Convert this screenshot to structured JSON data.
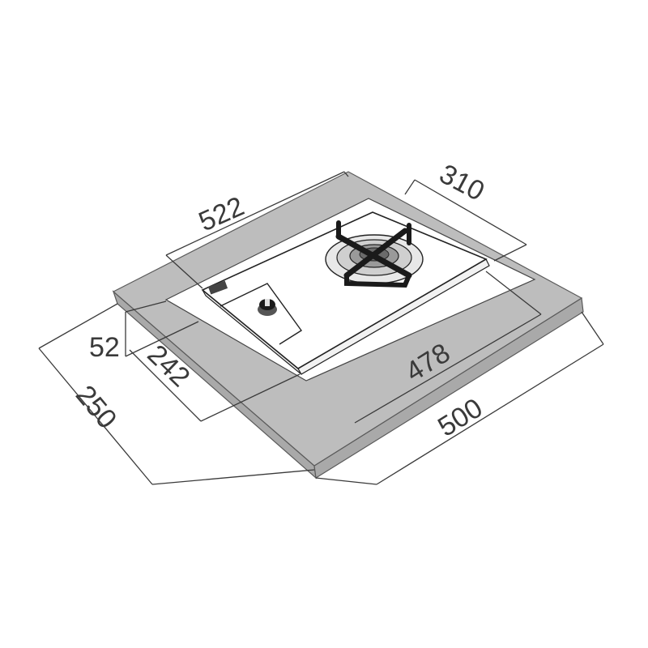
{
  "dimensions": {
    "top_width": "522",
    "top_depth": "310",
    "offset_front": "52",
    "cutout_front": "242",
    "counter_depth": "250",
    "cutout_width": "478",
    "counter_width": "500"
  },
  "icons": {
    "burner": "gas-burner-icon",
    "knob": "control-knob-icon"
  },
  "colors": {
    "counter": "#bdbdbd",
    "lines": "#3a3a3a",
    "grate": "#1a1a1a"
  }
}
